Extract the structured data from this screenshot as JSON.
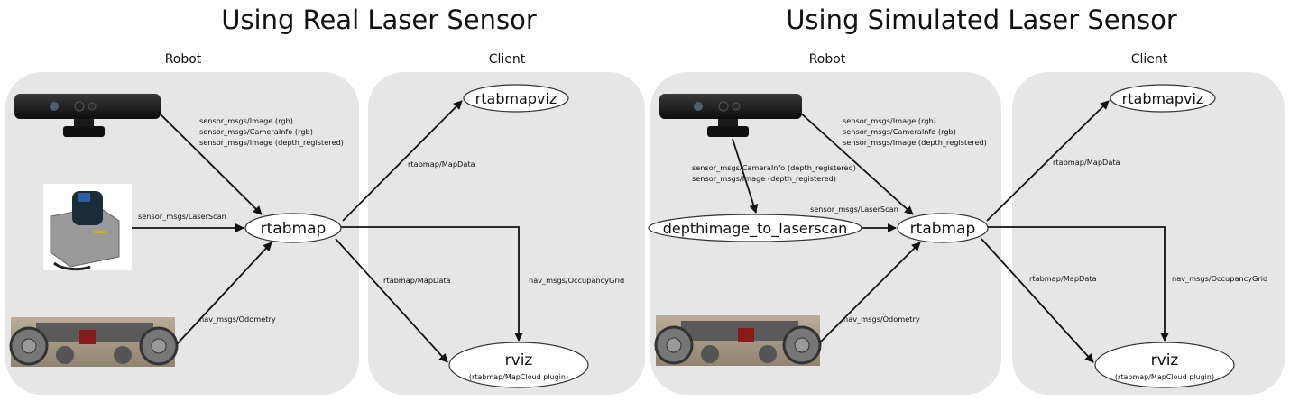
{
  "titles": {
    "real": "Using Real Laser Sensor",
    "sim": "Using Simulated Laser Sensor"
  },
  "sections": {
    "robot": "Robot",
    "client": "Client"
  },
  "nodes": {
    "rtabmap": "rtabmap",
    "rtabmapviz": "rtabmapviz",
    "rviz": "rviz",
    "rviz_sub": "(rtabmap/MapCloud plugin)",
    "depthimage_to_laserscan": "depthimage_to_laserscan"
  },
  "edges": {
    "kinect_1": "sensor_msgs/Image (rgb)",
    "kinect_2": "sensor_msgs/CameraInfo (rgb)",
    "kinect_3": "sensor_msgs/Image (depth_registered)",
    "laserscan": "sensor_msgs/LaserScan",
    "odometry": "nav_msgs/Odometry",
    "mapdata": "rtabmap/MapData",
    "occupancygrid": "nav_msgs/OccupancyGrid",
    "depth_1": "sensor_msgs/CameraInfo (depth_registered)",
    "depth_2": "sensor_msgs/Image (depth_registered)"
  },
  "icons": {
    "kinect": "kinect-sensor-photo",
    "laser": "laser-scanner-photo",
    "robot": "robot-base-photo"
  }
}
